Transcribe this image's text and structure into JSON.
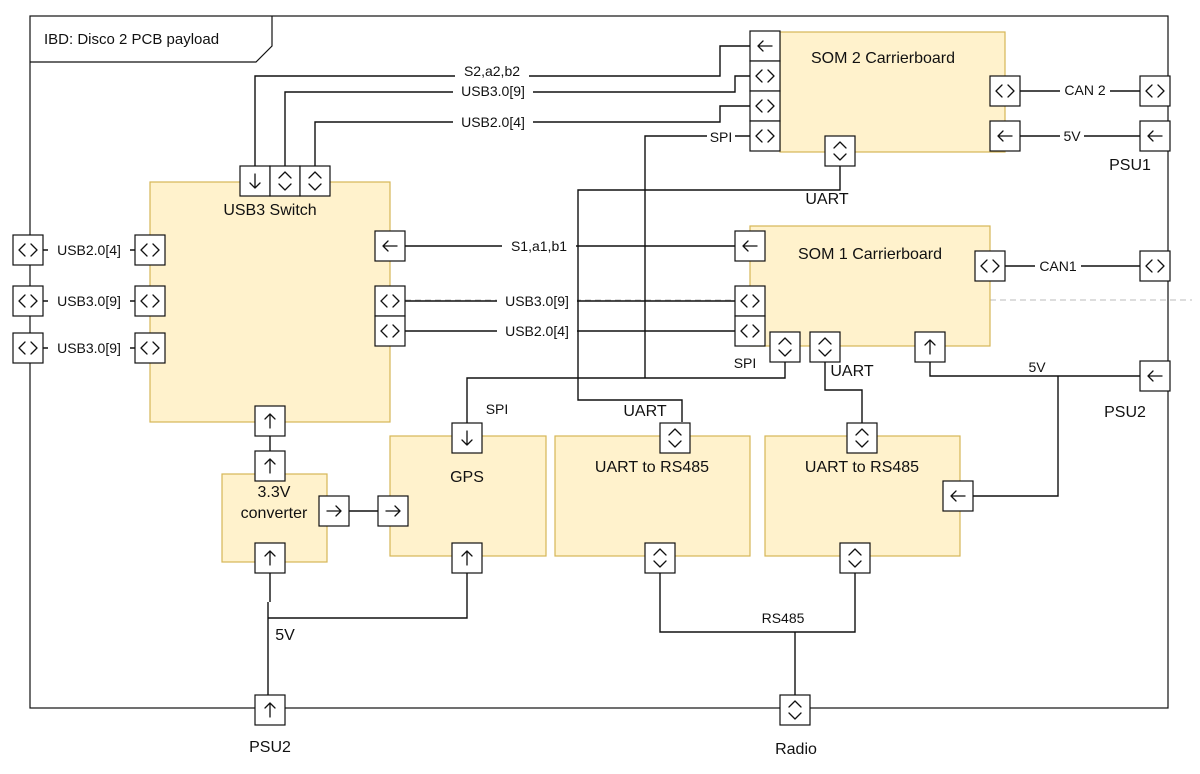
{
  "frame_title": "IBD: Disco 2 PCB payload",
  "blocks": {
    "som2": "SOM 2 Carrierboard",
    "som1": "SOM 1 Carrierboard",
    "usb_switch": "USB3 Switch",
    "gps": "GPS",
    "uart_rs485_a": "UART to RS485",
    "uart_rs485_b": "UART to RS485",
    "converter_line1": "3.3V",
    "converter_line2": "converter"
  },
  "labels": {
    "s2_bus": "S2,a2,b2",
    "usb3_top": "USB3.0[9]",
    "usb2_top": "USB2.0[4]",
    "spi_som2": "SPI",
    "can2": "CAN 2",
    "v5_psu1": "5V",
    "psu1": "PSU1",
    "uart_som2": "UART",
    "s1_bus": "S1,a1,b1",
    "can1": "CAN1",
    "usb3_mid": "USB3.0[9]",
    "usb2_mid": "USB2.0[4]",
    "spi_som1": "SPI",
    "uart_som1": "UART",
    "v5_psu2_right": "5V",
    "psu2_right": "PSU2",
    "spi_gps": "SPI",
    "uart_mid": "UART",
    "rs485": "RS485",
    "v5_bottom": "5V",
    "psu2_bottom": "PSU2",
    "radio": "Radio",
    "ext_usb2": "USB2.0[4]",
    "ext_usb3_a": "USB3.0[9]",
    "ext_usb3_b": "USB3.0[9]"
  },
  "icons": {
    "in": "arrow-left-icon",
    "out": "arrow-right-icon",
    "inout": "double-chevron-icon"
  }
}
